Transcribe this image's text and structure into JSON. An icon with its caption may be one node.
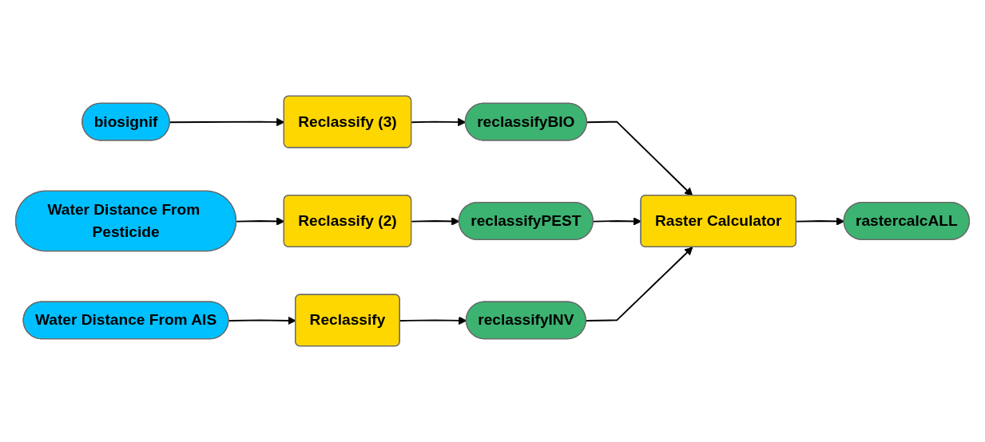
{
  "diagram": {
    "nodes": [
      {
        "text": [
          "biosignif"
        ]
      },
      {
        "text": [
          "Reclassify (3)"
        ]
      },
      {
        "text": [
          "reclassifyBIO"
        ]
      },
      {
        "text": [
          "Water Distance From Pesticide"
        ]
      },
      {
        "text": [
          "Reclassify (2)"
        ]
      },
      {
        "text": [
          "reclassifyPEST"
        ]
      },
      {
        "text": [
          "Raster Calculator"
        ]
      },
      {
        "text": [
          "rastercalcALL"
        ]
      },
      {
        "text": [
          "Water Distance From AIS"
        ]
      },
      {
        "text": [
          "Reclassify"
        ]
      },
      {
        "text": [
          "reclassifyINV"
        ]
      }
    ],
    "edges": [
      {
        "from": 0,
        "to": 1,
        "arrow": "to"
      },
      {
        "from": 1,
        "to": 2,
        "arrow": "to"
      },
      {
        "from": 2,
        "to": 6,
        "arrow": "to"
      },
      {
        "from": 3,
        "to": 4,
        "arrow": "to"
      },
      {
        "from": 4,
        "to": 5,
        "arrow": "to"
      },
      {
        "from": 5,
        "to": 6,
        "arrow": "to"
      },
      {
        "from": 6,
        "to": 7,
        "arrow": "to"
      },
      {
        "from": 8,
        "to": 9,
        "arrow": "to"
      },
      {
        "from": 9,
        "to": 10,
        "arrow": "to"
      },
      {
        "from": 10,
        "to": 6,
        "arrow": "to"
      }
    ]
  }
}
